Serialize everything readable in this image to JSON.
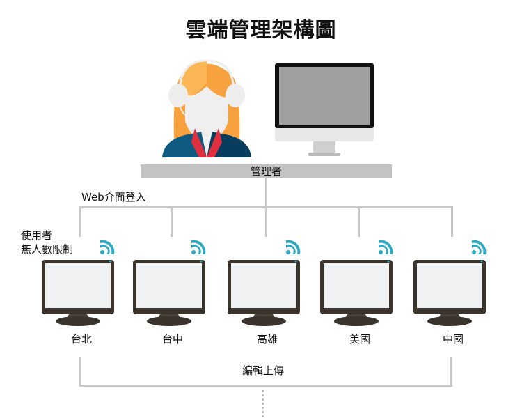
{
  "title": "雲端管理架構圖",
  "admin": {
    "label": "管理者",
    "login_label": "Web介面登入"
  },
  "users_note": [
    "使用者",
    "無人數限制"
  ],
  "clients": [
    {
      "label": "台北"
    },
    {
      "label": "台中"
    },
    {
      "label": "高雄"
    },
    {
      "label": "美國"
    },
    {
      "label": "中國"
    }
  ],
  "upload_label": "編輯上傳",
  "colors": {
    "wifi": "#2aa9c3",
    "line": "#c8c8c8",
    "bar": "#c3c3c3"
  }
}
